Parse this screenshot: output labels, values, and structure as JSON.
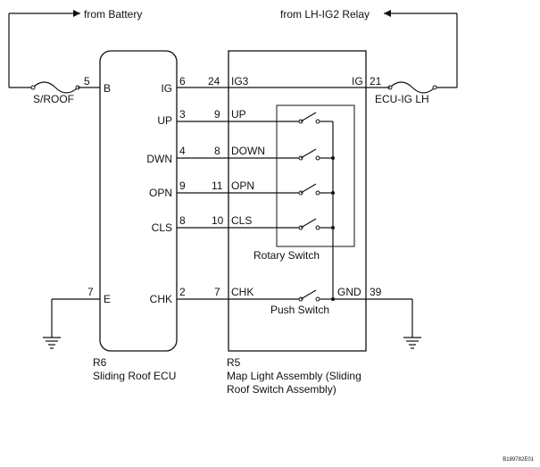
{
  "sources": {
    "battery": "from Battery",
    "relay": "from LH-IG2 Relay"
  },
  "fuses": {
    "sroof": "S/ROOF",
    "ecuig": "ECU-IG LH"
  },
  "ecu": {
    "code": "R6",
    "name": "Sliding Roof ECU",
    "pins_left": [
      {
        "num": "5",
        "label": "B"
      },
      {
        "num": "7",
        "label": "E"
      }
    ],
    "pins_right": [
      {
        "num": "6",
        "label": "IG"
      },
      {
        "num": "3",
        "label": "UP"
      },
      {
        "num": "4",
        "label": "DWN"
      },
      {
        "num": "9",
        "label": "OPN"
      },
      {
        "num": "8",
        "label": "CLS"
      },
      {
        "num": "2",
        "label": "CHK"
      }
    ]
  },
  "map_light": {
    "code": "R5",
    "name_line1": "Map Light Assembly (Sliding",
    "name_line2": "Roof Switch Assembly)",
    "pins_left": [
      {
        "num": "24",
        "label": "IG3"
      },
      {
        "num": "9",
        "label": "UP"
      },
      {
        "num": "8",
        "label": "DOWN"
      },
      {
        "num": "11",
        "label": "OPN"
      },
      {
        "num": "10",
        "label": "CLS"
      },
      {
        "num": "7",
        "label": "CHK"
      }
    ],
    "pins_right": [
      {
        "num": "21",
        "label": "IG"
      },
      {
        "num": "39",
        "label": "GND"
      }
    ],
    "rotary_switch": "Rotary Switch",
    "push_switch": "Push Switch"
  },
  "diagram_code": "B189782E01"
}
